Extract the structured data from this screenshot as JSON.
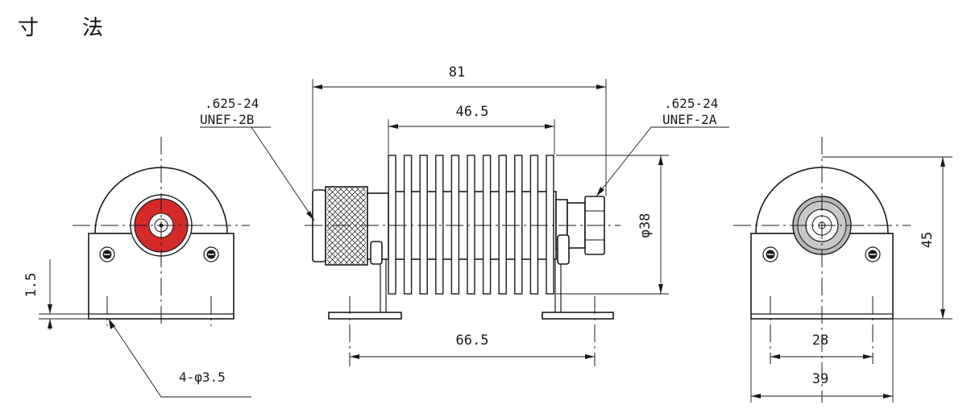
{
  "title": "寸　法",
  "colors": {
    "line": "#1a1a1a",
    "female_connector": "#d42a2a",
    "male_connector": "#b8b8b8"
  },
  "side_view": {
    "length_label": "81",
    "fins_label": "46.5",
    "mount_label": "66.5",
    "diameter_label": "φ38",
    "left_thread_line1": ".625-24",
    "left_thread_line2": "UNEF-2B",
    "right_thread_line1": ".625-24",
    "right_thread_line2": "UNEF-2A"
  },
  "left_view": {
    "thickness_label": "1.5",
    "holes_label": "4-φ3.5"
  },
  "right_view": {
    "height_label": "45",
    "hole_pitch_label": "28",
    "width_label": "39"
  }
}
